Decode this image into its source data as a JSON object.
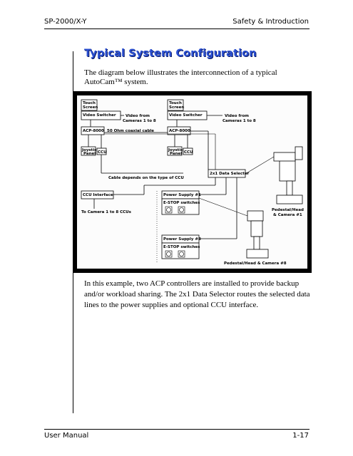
{
  "header": {
    "left": "SP-2000/X-Y",
    "right": "Safety & Introduction"
  },
  "title": "Typical System Configuration",
  "intro": "The diagram below illustrates the interconnection of a typical AutoCam™ system.",
  "diagram": {
    "touch_screen": [
      "Touch",
      "Screen"
    ],
    "video_switcher": "Video Switcher",
    "video_from_left": [
      "Video from",
      "Cameras 1 to 8"
    ],
    "video_from_right": [
      "Video from",
      "Cameras 1 to 8"
    ],
    "acp": "ACP-8000",
    "coax": "50 Ohm coaxial cable",
    "joystick": [
      "Joystick",
      "Panel"
    ],
    "ccu": "CCU",
    "cable_note": "Cable depends on the type of CCU",
    "data_selector": "2x1 Data Selector",
    "ccu_interface": "CCU Interface",
    "to_camera": "To Camera 1 to 8 CCUs",
    "power_supply_1": "Power Supply #1",
    "power_supply_8": "Power Supply #8",
    "estop": "E-STOP switches",
    "pedestal_1": [
      "Pedestal/Head",
      "& Camera #1"
    ],
    "pedestal_8": "Pedestal/Head & Camera #8"
  },
  "description": "In this example, two ACP controllers are installed to provide backup and/or workload sharing. The 2x1 Data Selector routes the selected data lines to the power supplies and optional CCU interface.",
  "footer": {
    "left": "User Manual",
    "right": "1-17"
  }
}
